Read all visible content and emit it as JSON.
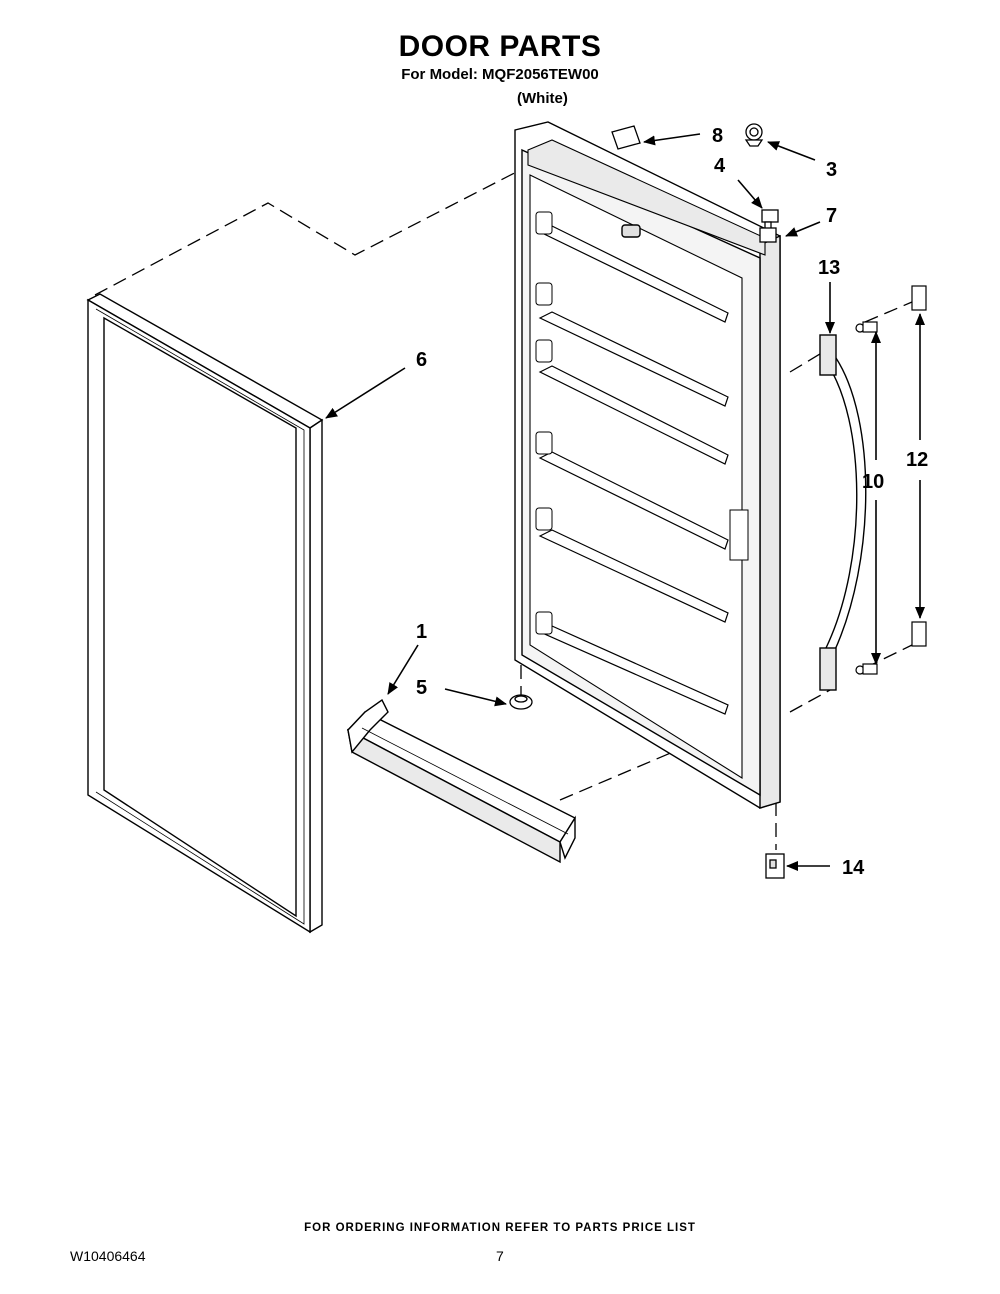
{
  "header": {
    "title": "DOOR PARTS",
    "model_line": "For Model: MQF2056TEW00",
    "variant": "(White)"
  },
  "footer": {
    "ordering_note": "FOR ORDERING INFORMATION REFER TO PARTS PRICE LIST",
    "doc_number": "W10406464",
    "page_number": "7"
  },
  "callouts": {
    "c1": "1",
    "c3": "3",
    "c4": "4",
    "c5": "5",
    "c6": "6",
    "c7": "7",
    "c8": "8",
    "c10": "10",
    "c12": "12",
    "c13": "13",
    "c14": "14"
  },
  "colors": {
    "line": "#000000",
    "part_fill": "#ffffff",
    "part_shade": "#e6e6e6"
  }
}
